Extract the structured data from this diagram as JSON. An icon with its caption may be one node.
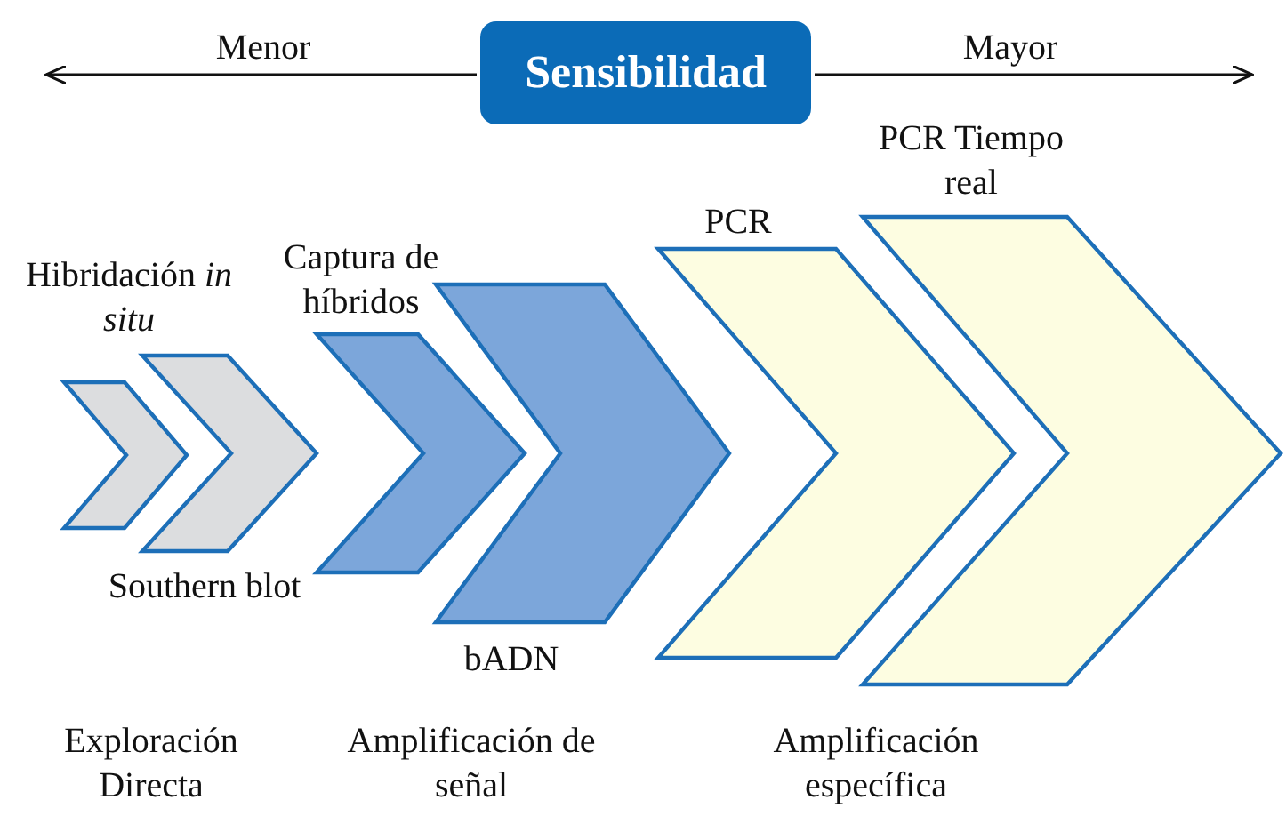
{
  "diagram": {
    "nodes": [
      {
        "text": [
          "Sensibilidad"
        ]
      },
      {
        "text": [
          "Hibridación *in situ*"
        ]
      },
      {
        "text": [
          "Southern blot"
        ]
      },
      {
        "text": [
          "Captura de híbridos"
        ]
      },
      {
        "text": [
          "bADN"
        ]
      },
      {
        "text": [
          "PCR"
        ]
      },
      {
        "text": [
          "PCR Tiempo real"
        ]
      }
    ],
    "edges": [],
    "labels": [
      "Menor",
      "Mayor",
      "Exploración Directa",
      "Amplificación de señal",
      "Amplificación específica"
    ]
  }
}
